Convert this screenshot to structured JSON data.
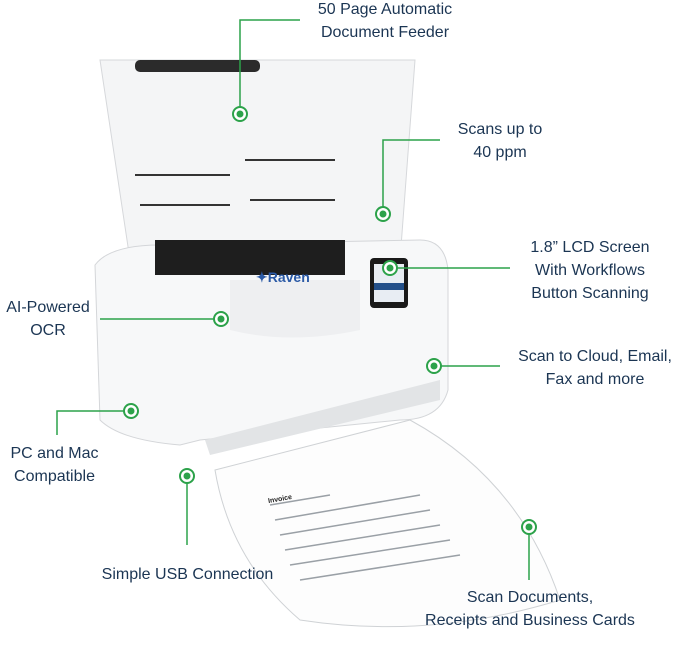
{
  "brand": "Raven",
  "colors": {
    "text": "#1b3553",
    "accent": "#2ca24a"
  },
  "callouts": {
    "feeder": [
      "50 Page Automatic",
      "Document Feeder"
    ],
    "speed": [
      "Scans up to",
      "40 ppm"
    ],
    "lcd": [
      "1.8” LCD Screen",
      "With Workflows",
      "Button Scanning"
    ],
    "ocr": [
      "AI-Powered",
      "OCR"
    ],
    "cloud": [
      "Scan to Cloud, Email,",
      "Fax and more"
    ],
    "compat": [
      "PC and Mac",
      "Compatible"
    ],
    "usb": [
      "Simple USB Connection"
    ],
    "docs": [
      "Scan Documents,",
      "Receipts and Business Cards"
    ]
  },
  "document": {
    "title": "Invoice"
  }
}
